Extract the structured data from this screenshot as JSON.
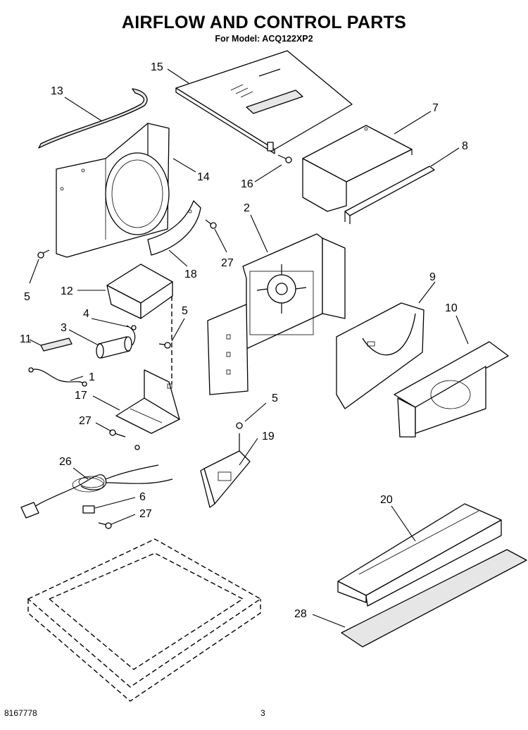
{
  "title": "AIRFLOW AND CONTROL PARTS",
  "subtitle": "For Model: ACQ122XP2",
  "footer": {
    "doc_number": "8167778",
    "page_number": "3"
  },
  "callouts": [
    {
      "id": "c13",
      "label": "13"
    },
    {
      "id": "c15",
      "label": "15"
    },
    {
      "id": "c7",
      "label": "7"
    },
    {
      "id": "c8",
      "label": "8"
    },
    {
      "id": "c14",
      "label": "14"
    },
    {
      "id": "c16",
      "label": "16"
    },
    {
      "id": "c2",
      "label": "2"
    },
    {
      "id": "c27a",
      "label": "27"
    },
    {
      "id": "c18",
      "label": "18"
    },
    {
      "id": "c5a",
      "label": "5"
    },
    {
      "id": "c12",
      "label": "12"
    },
    {
      "id": "c9",
      "label": "9"
    },
    {
      "id": "c10",
      "label": "10"
    },
    {
      "id": "c4",
      "label": "4"
    },
    {
      "id": "c5b",
      "label": "5"
    },
    {
      "id": "c11",
      "label": "11"
    },
    {
      "id": "c3",
      "label": "3"
    },
    {
      "id": "c1",
      "label": "1"
    },
    {
      "id": "c17",
      "label": "17"
    },
    {
      "id": "c5c",
      "label": "5"
    },
    {
      "id": "c27b",
      "label": "27"
    },
    {
      "id": "c19",
      "label": "19"
    },
    {
      "id": "c26",
      "label": "26"
    },
    {
      "id": "c6",
      "label": "6"
    },
    {
      "id": "c27c",
      "label": "27"
    },
    {
      "id": "c20",
      "label": "20"
    },
    {
      "id": "c28",
      "label": "28"
    }
  ]
}
